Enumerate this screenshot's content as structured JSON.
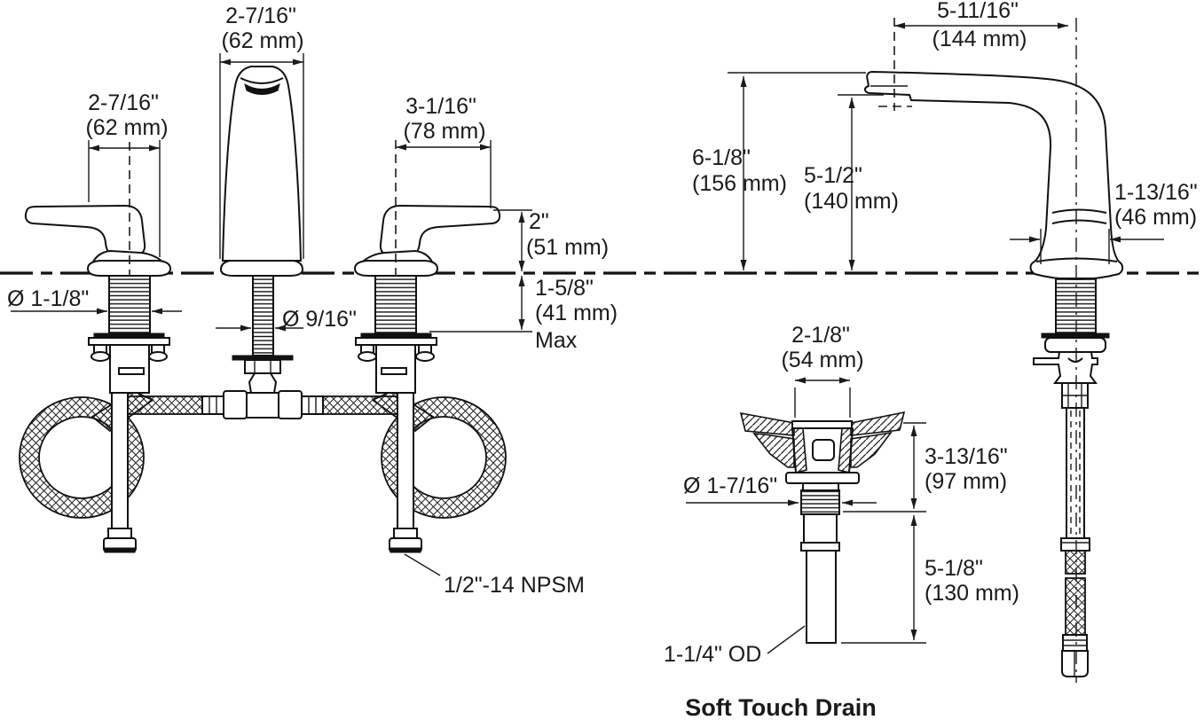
{
  "front_view": {
    "handle_width": {
      "in": "2-7/16\"",
      "mm": "(62 mm)"
    },
    "spout_width": {
      "in": "2-7/16\"",
      "mm": "(62 mm)"
    },
    "right_handle_width": {
      "in": "3-1/16\"",
      "mm": "(78 mm)"
    },
    "handle_height": {
      "in": "2\"",
      "mm": "(51 mm)"
    },
    "deck_max": {
      "in": "1-5/8\"",
      "mm": "(41 mm)",
      "max": "Max"
    },
    "handle_shank_dia": "Ø 1-1/8\"",
    "spout_shank_dia": "Ø 9/16\"",
    "supply_thread": "1/2\"-14 NPSM"
  },
  "side_view": {
    "reach": {
      "in": "5-11/16\"",
      "mm": "(144 mm)"
    },
    "height": {
      "in": "6-1/8\"",
      "mm": "(156 mm)"
    },
    "aerator_height": {
      "in": "5-1/2\"",
      "mm": "(140 mm)"
    },
    "base_width": {
      "in": "1-13/16\"",
      "mm": "(46 mm)"
    }
  },
  "drain_detail": {
    "flange_width": {
      "in": "2-1/8\"",
      "mm": "(54 mm)"
    },
    "thread_dia": "Ø 1-7/16\"",
    "upper_length": {
      "in": "3-13/16\"",
      "mm": "(97 mm)"
    },
    "lower_length": {
      "in": "5-1/8\"",
      "mm": "(130 mm)"
    },
    "tailpiece_od": "1-1/4\" OD",
    "caption": "Soft Touch Drain"
  }
}
